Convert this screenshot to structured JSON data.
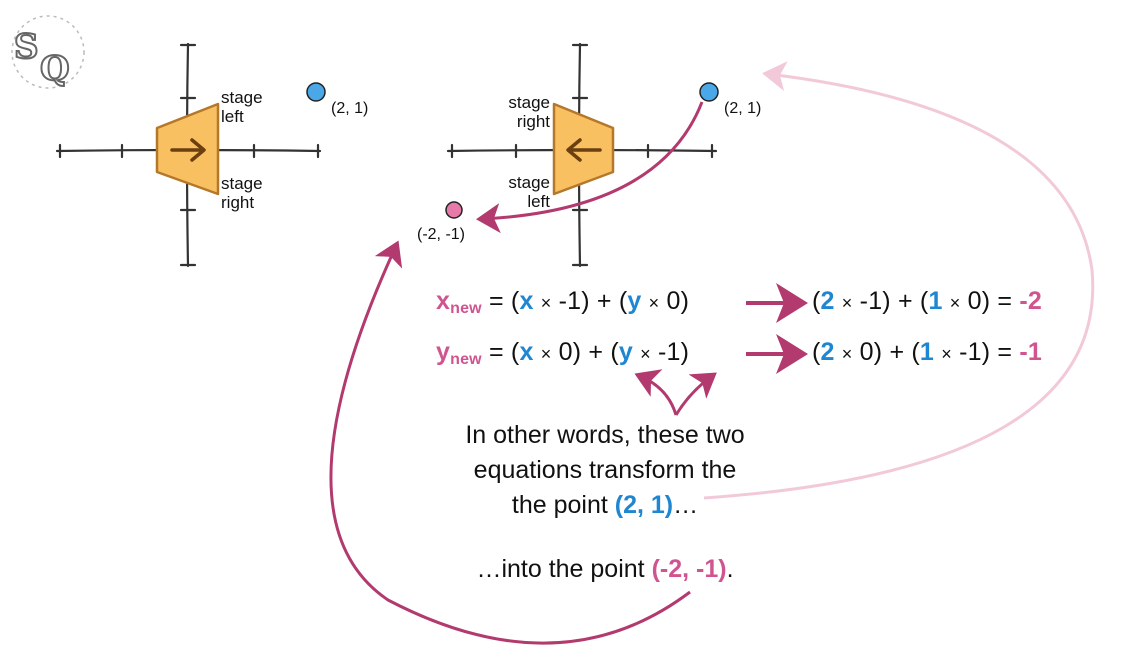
{
  "logo": {
    "letters": "SQ"
  },
  "left_plot": {
    "label_top": [
      "stage",
      "left"
    ],
    "label_bottom": [
      "stage",
      "right"
    ],
    "point": "(2, 1)",
    "point_color": "#4aa8e8"
  },
  "right_plot": {
    "label_top": [
      "stage",
      "right"
    ],
    "label_bottom": [
      "stage",
      "left"
    ],
    "point": "(2, 1)",
    "point_color": "#4aa8e8",
    "new_point": "(-2, -1)",
    "new_point_color": "#e77aa8"
  },
  "equations": {
    "x_row": {
      "var": "x",
      "sub": "new",
      "parts": [
        "= (",
        "x",
        "×",
        "-1) + (",
        "y",
        "×",
        "0)"
      ],
      "result_parts": [
        "(",
        "2",
        "×",
        "-1) + (",
        "1",
        "×",
        "0) =",
        "-2"
      ]
    },
    "y_row": {
      "var": "y",
      "sub": "new",
      "parts": [
        "= (",
        "x",
        "×",
        "0) + (",
        "y",
        "×",
        "-1)"
      ],
      "result_parts": [
        "(",
        "2",
        "×",
        "0) + (",
        "1",
        "×",
        "-1) =",
        "-1"
      ]
    }
  },
  "caption": {
    "line1": "In other words, these two",
    "line2": "equations transform the",
    "line3_pre": "the point ",
    "line3_point": "(2, 1)",
    "line3_post": "…",
    "line4_pre": "…into the point ",
    "line4_point": "(-2, -1)",
    "line4_post": "."
  },
  "colors": {
    "accent_pink": "#d0548f",
    "accent_blue": "#1f86d1",
    "arrow_dark": "#b23a6e",
    "arrow_light": "#f2c9d9",
    "trapezoid_fill": "#f8c061",
    "trapezoid_stroke": "#b5782a"
  }
}
